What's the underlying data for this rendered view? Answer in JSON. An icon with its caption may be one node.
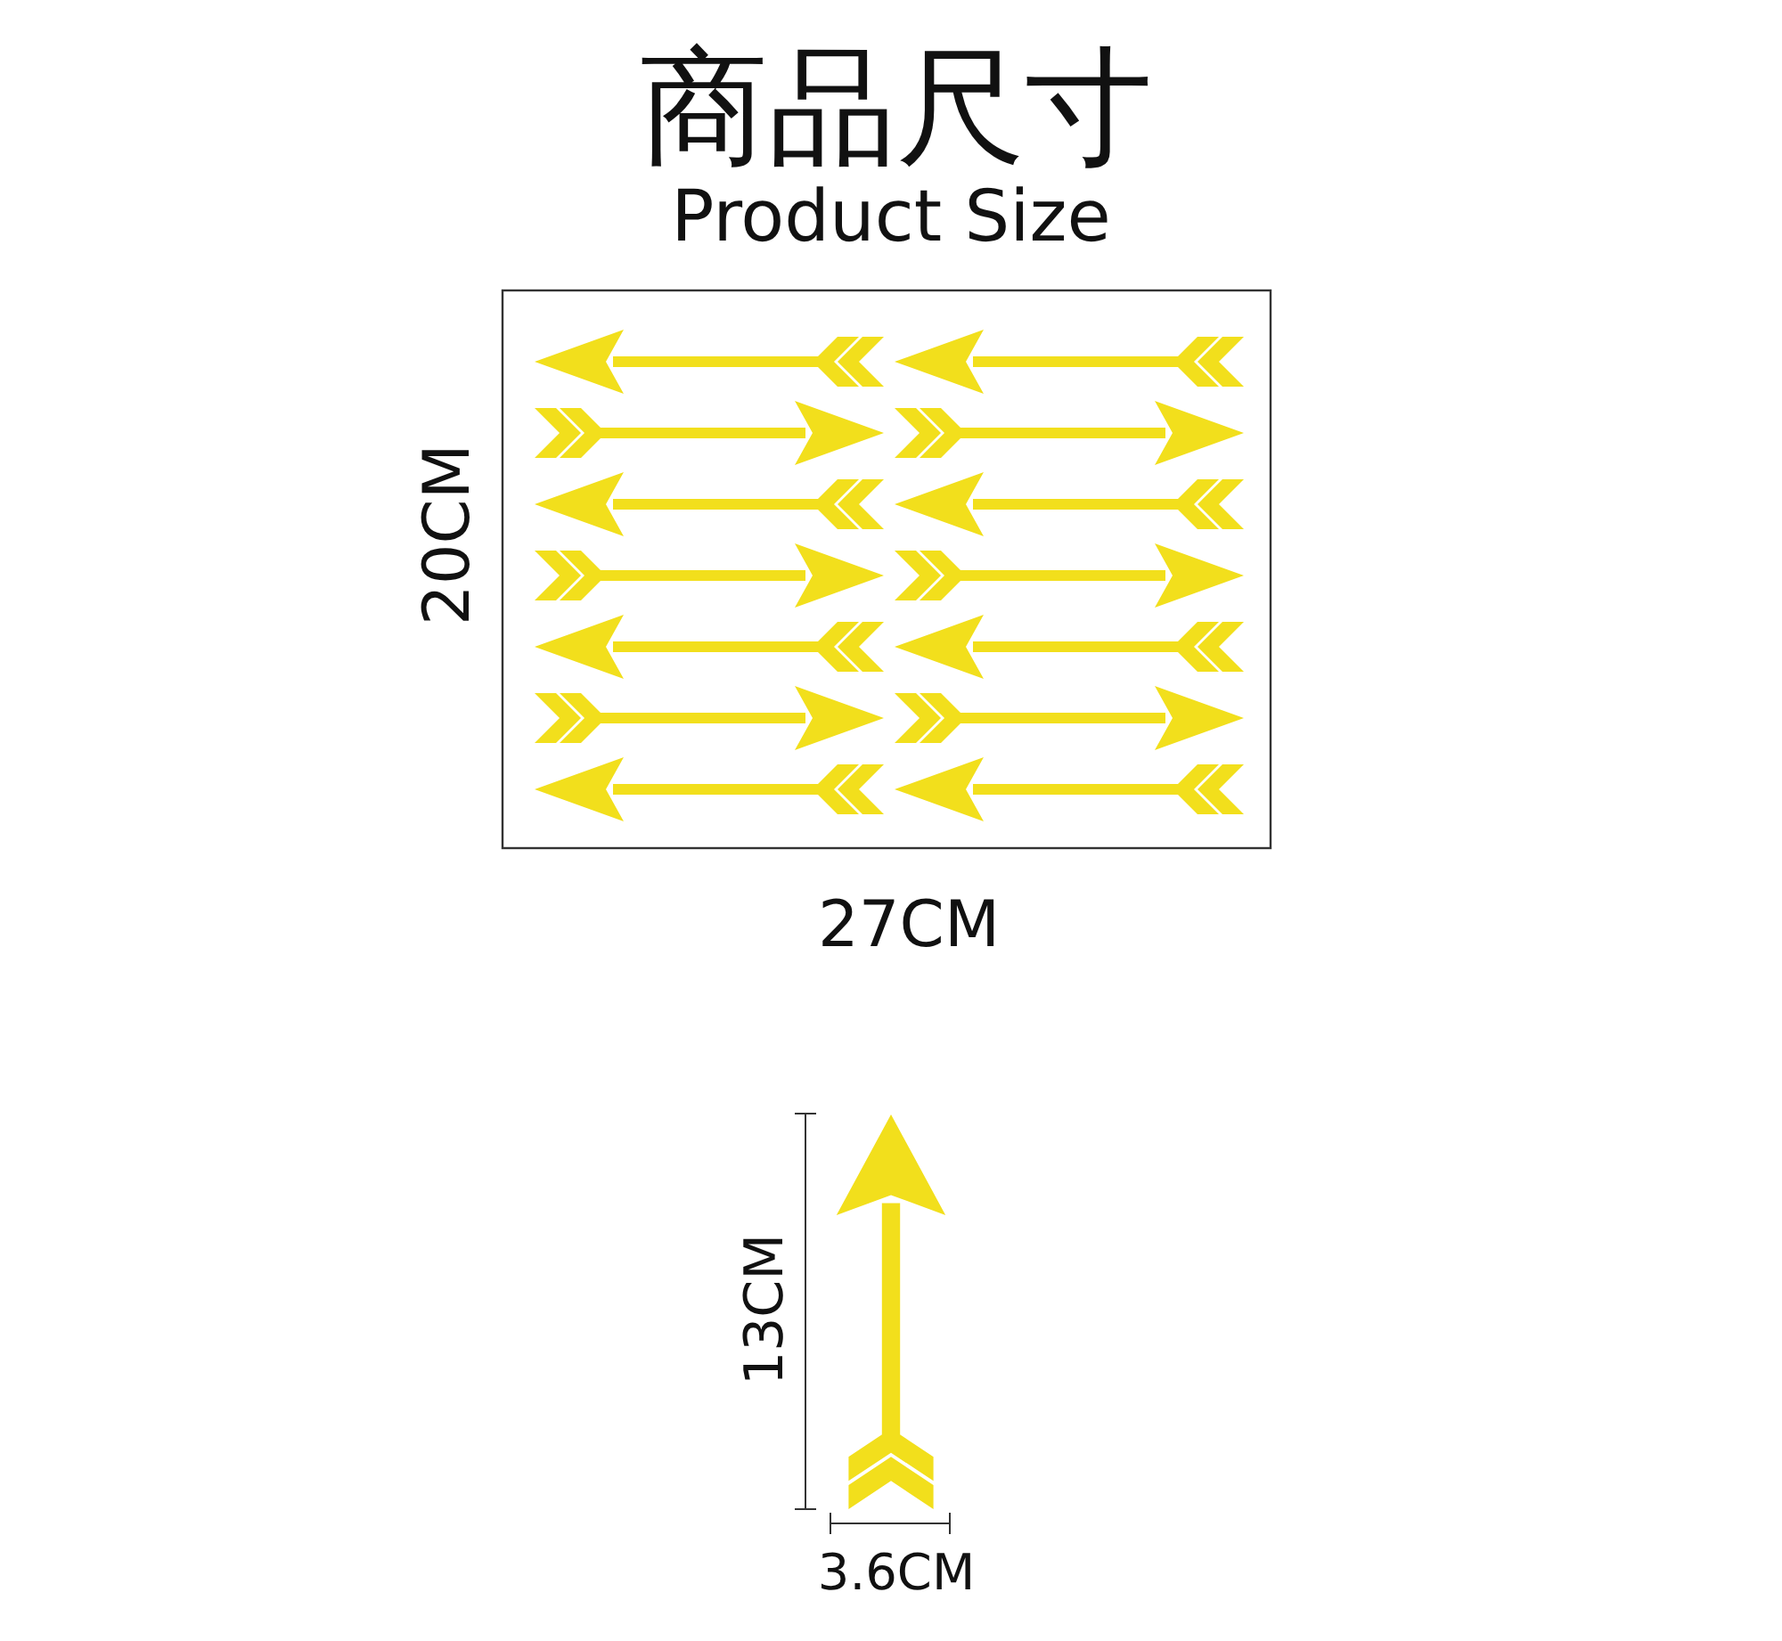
{
  "diagram": {
    "title": "商品尺寸",
    "labels": [
      "Product Size",
      "20CM",
      "27CM",
      "13CM",
      "3.6CM"
    ]
  }
}
